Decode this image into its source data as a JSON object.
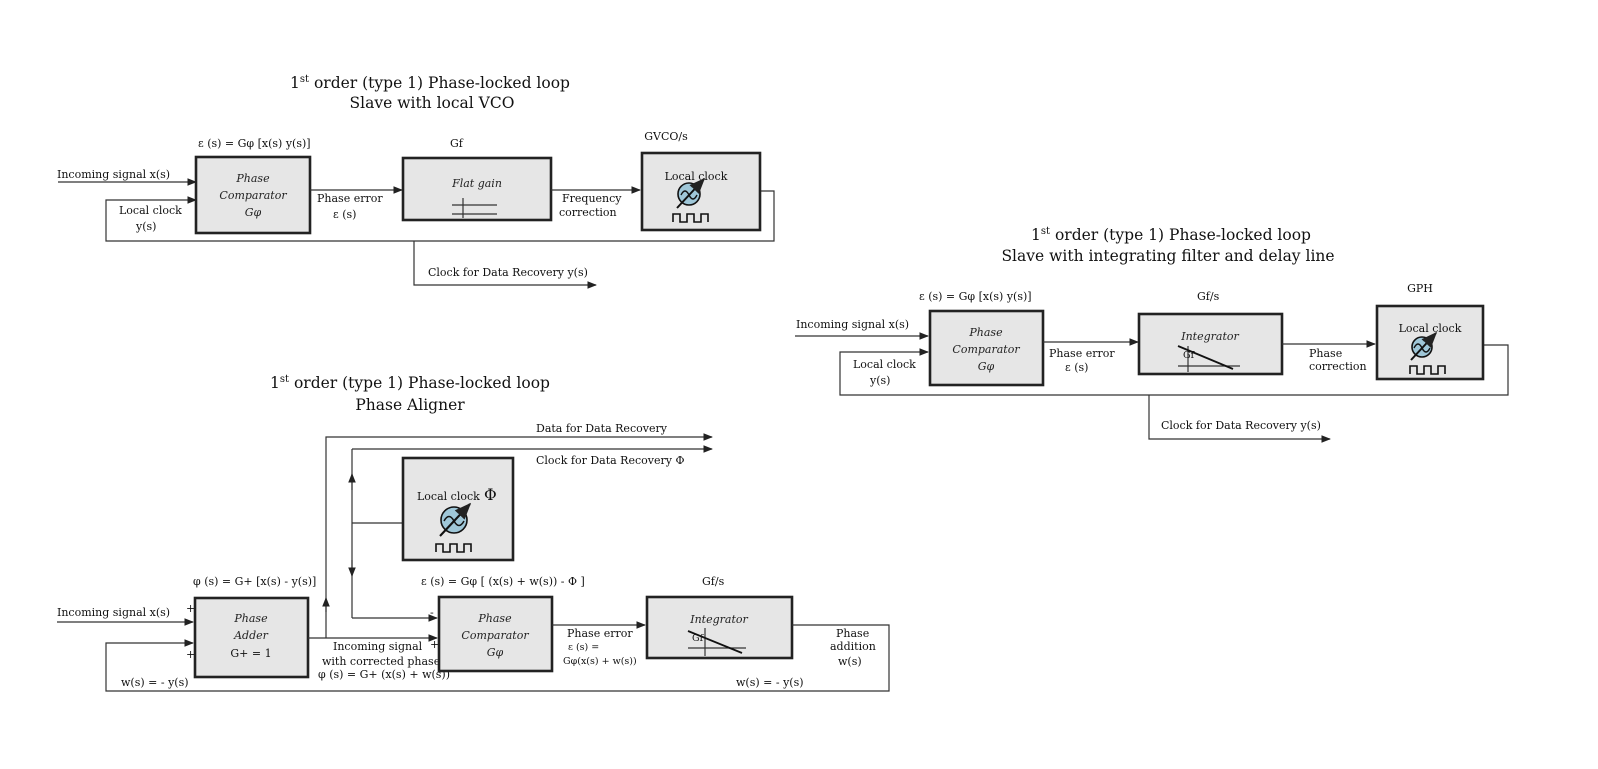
{
  "diagram1": {
    "title_prefix": "1",
    "title_sup": "st",
    "title_rest": " order (type 1) Phase-locked loop",
    "subtitle": "Slave with local VCO",
    "input_label": "Incoming signal x(s)",
    "comparator_eq": "ε (s) = Gφ [x(s)   y(s)]",
    "comparator": [
      "Phase",
      "Comparator",
      "Gφ"
    ],
    "local_clock_fb": [
      "Local clock",
      "y(s)"
    ],
    "phase_error": [
      "Phase error",
      "ε (s)"
    ],
    "filter_gain_label": "Gf",
    "filter_name": "Flat gain",
    "freq_correction": [
      "Frequency",
      "correction"
    ],
    "vco_gain_label": "GVCO/s",
    "vco_name": "Local clock",
    "output_label": "Clock for Data Recovery   y(s)"
  },
  "diagram2": {
    "title_prefix": "1",
    "title_sup": "st",
    "title_rest": " order (type 1) Phase-locked loop",
    "subtitle": "Slave with integrating filter and delay line",
    "input_label": "Incoming signal x(s)",
    "comparator_eq": "ε (s) = Gφ [x(s)   y(s)]",
    "comparator": [
      "Phase",
      "Comparator",
      "Gφ"
    ],
    "local_clock_fb": [
      "Local clock",
      "y(s)"
    ],
    "phase_error": [
      "Phase error",
      "ε (s)"
    ],
    "filter_gain_label": "Gf/s",
    "filter_name": "Integrator",
    "filter_inner": "Gf",
    "phase_correction": [
      "Phase",
      "correction"
    ],
    "delay_gain_label": "GPH",
    "clock_name": "Local clock",
    "output_label": "Clock for Data Recovery  y(s)"
  },
  "diagram3": {
    "title_prefix": "1",
    "title_sup": "st",
    "title_rest": " order (type 1) Phase-locked loop",
    "subtitle": "Phase Aligner",
    "data_output": "Data  for Data Recovery",
    "clock_output": "Clock for Data Recovery   Φ",
    "clock_name": "Local clock",
    "clock_phi": "Φ",
    "adder_eq": "φ (s) = G+ [x(s) - y(s)]",
    "comparator_eq": "ε (s) = Gφ [  (x(s) + w(s))  - Φ ]",
    "filter_gain_label": "Gf/s",
    "input_label": "Incoming signal x(s)",
    "adder": [
      "Phase",
      "Adder",
      "G+ = 1"
    ],
    "comparator": [
      "Phase",
      "Comparator",
      "Gφ"
    ],
    "filter_name": "Integrator",
    "filter_inner": "Gf",
    "corrected": [
      "Incoming signal",
      "with corrected phase",
      "φ (s) = G+ (x(s) + w(s))"
    ],
    "phase_error": [
      "Phase error",
      "ε (s)  =",
      "Gφ(x(s) + w(s))"
    ],
    "phase_addition": [
      "Phase",
      "addition",
      "w(s)"
    ],
    "fb_left": "w(s) = - y(s)",
    "fb_right": "w(s) = - y(s)",
    "plus": "+",
    "minus": "-"
  }
}
